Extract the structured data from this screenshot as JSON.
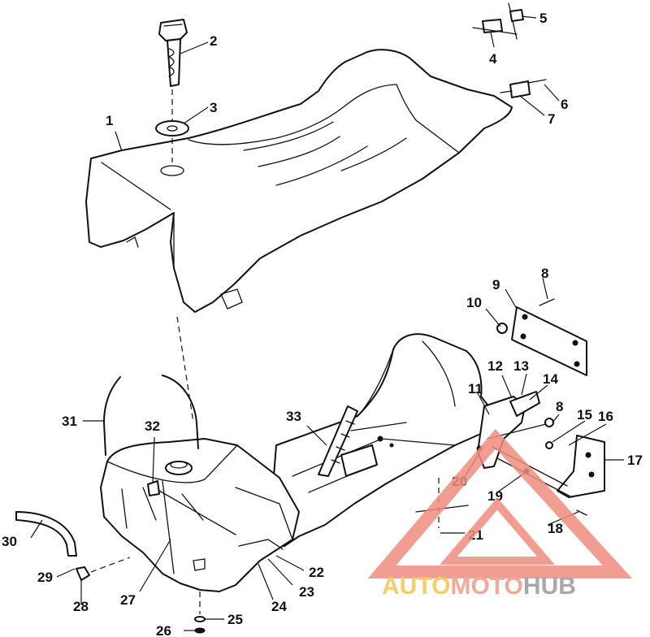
{
  "callouts": [
    {
      "id": "1",
      "text": "1"
    },
    {
      "id": "2",
      "text": "2"
    },
    {
      "id": "3",
      "text": "3"
    },
    {
      "id": "4",
      "text": "4"
    },
    {
      "id": "5",
      "text": "5"
    },
    {
      "id": "6",
      "text": "6"
    },
    {
      "id": "7",
      "text": "7"
    },
    {
      "id": "8a",
      "text": "8"
    },
    {
      "id": "8b",
      "text": "8"
    },
    {
      "id": "9",
      "text": "9"
    },
    {
      "id": "10",
      "text": "10"
    },
    {
      "id": "11",
      "text": "11"
    },
    {
      "id": "12",
      "text": "12"
    },
    {
      "id": "13",
      "text": "13"
    },
    {
      "id": "14",
      "text": "14"
    },
    {
      "id": "15",
      "text": "15"
    },
    {
      "id": "16",
      "text": "16"
    },
    {
      "id": "17",
      "text": "17"
    },
    {
      "id": "18",
      "text": "18"
    },
    {
      "id": "19",
      "text": "19"
    },
    {
      "id": "20",
      "text": "20"
    },
    {
      "id": "21",
      "text": "21"
    },
    {
      "id": "22",
      "text": "22"
    },
    {
      "id": "23",
      "text": "23"
    },
    {
      "id": "24",
      "text": "24"
    },
    {
      "id": "25",
      "text": "25"
    },
    {
      "id": "26",
      "text": "26"
    },
    {
      "id": "27",
      "text": "27"
    },
    {
      "id": "28",
      "text": "28"
    },
    {
      "id": "29",
      "text": "29"
    },
    {
      "id": "30",
      "text": "30"
    },
    {
      "id": "31",
      "text": "31"
    },
    {
      "id": "32",
      "text": "32"
    },
    {
      "id": "33",
      "text": "33"
    }
  ],
  "watermark": {
    "part1": "AUTO",
    "part2": "MOTO",
    "part3": "HUB",
    "colors": {
      "primary": "#f0a898",
      "secondary": "#f5cc6a",
      "tertiary": "#a8a8a8",
      "triangle": "#f08c80"
    }
  }
}
